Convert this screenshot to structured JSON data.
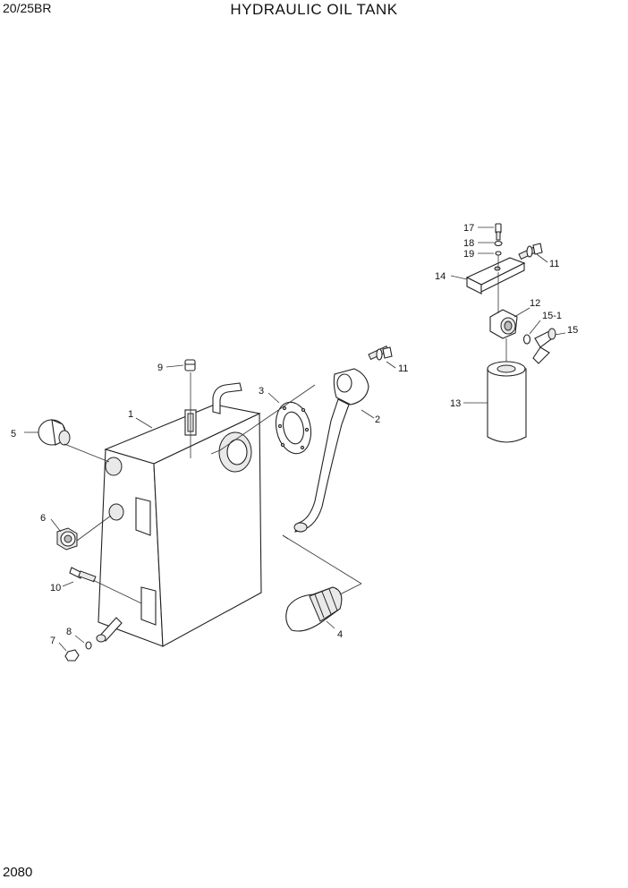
{
  "header": {
    "model": "20/25BR",
    "title": "HYDRAULIC OIL TANK"
  },
  "footer": {
    "page_number": "2080"
  },
  "callouts": {
    "c1": "1",
    "c2": "2",
    "c3": "3",
    "c4": "4",
    "c5": "5",
    "c6": "6",
    "c7": "7",
    "c8": "8",
    "c9": "9",
    "c10": "10",
    "c11a": "11",
    "c11b": "11",
    "c12": "12",
    "c13": "13",
    "c14": "14",
    "c15": "15",
    "c15_1": "15-1",
    "c17": "17",
    "c18": "18",
    "c19": "19"
  }
}
